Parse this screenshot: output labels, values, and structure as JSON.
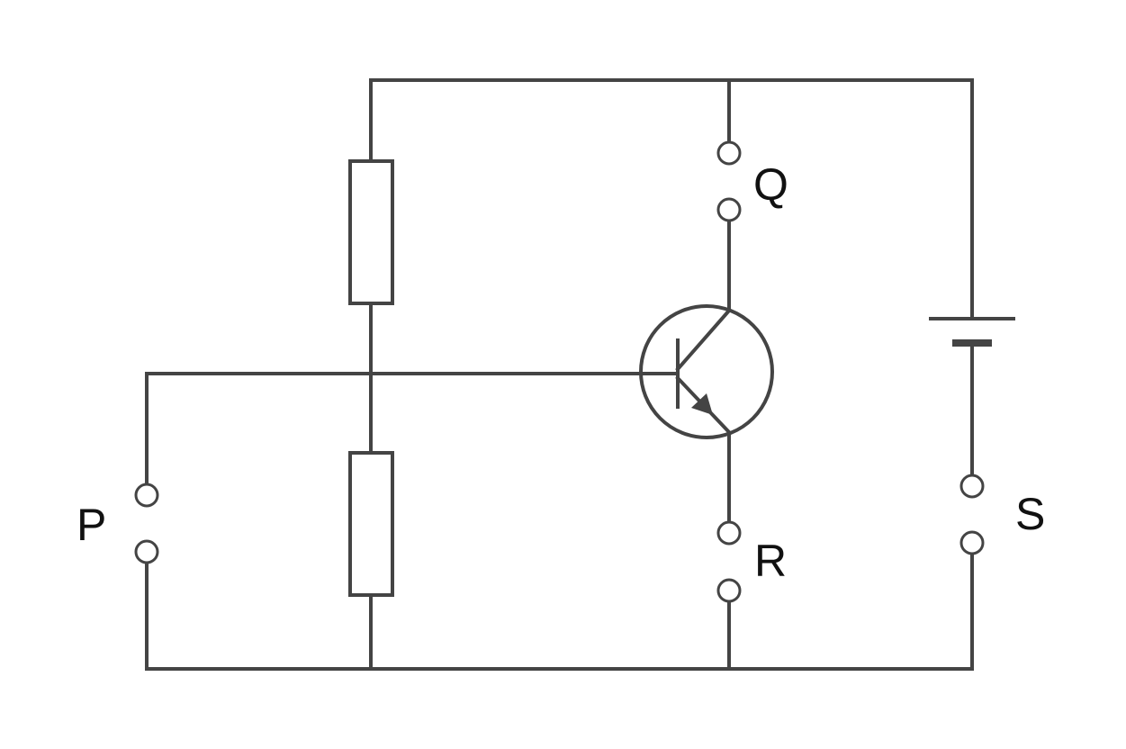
{
  "labels": {
    "p": "P",
    "q": "Q",
    "r": "R",
    "s": "S"
  },
  "components": {
    "resistors": 2,
    "transistor": "npn",
    "cell": 1,
    "terminal_pairs": [
      "P",
      "Q",
      "R",
      "S"
    ]
  },
  "colors": {
    "line": "#444444",
    "text": "#111111",
    "background": "#ffffff"
  }
}
